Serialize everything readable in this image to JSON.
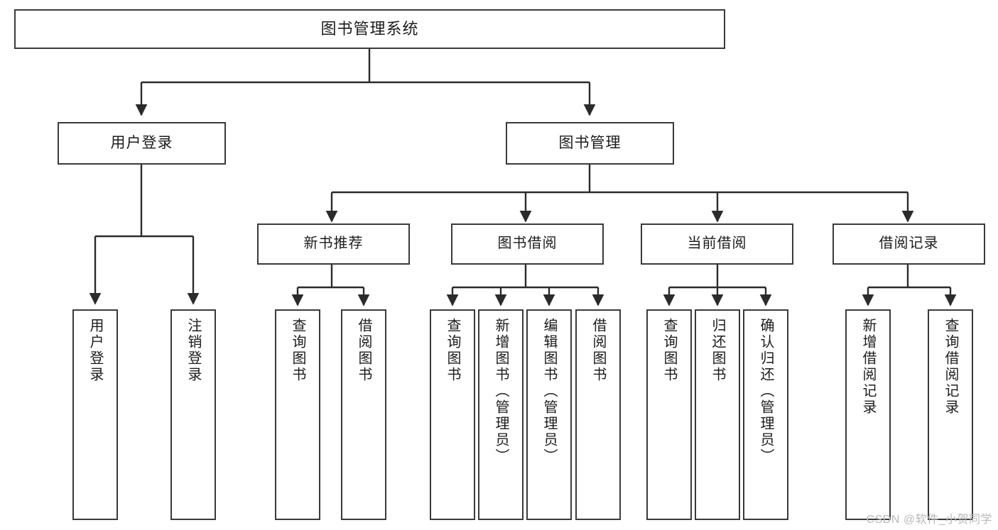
{
  "diagram": {
    "title": "图书管理系统",
    "type": "tree-hierarchy-chart",
    "watermark": "CSDN @软件_小贺同学",
    "colors": {
      "box_border": "#3a3a3a",
      "box_fill": "#ffffff",
      "edge": "#2b2b2b",
      "text": "#1c1c1c",
      "watermark": "#b9b9b9",
      "background": "#ffffff"
    }
  },
  "nodes": {
    "root": {
      "label": "图书管理系统"
    },
    "level2": [
      {
        "label": "用户登录"
      },
      {
        "label": "图书管理"
      }
    ],
    "level3": [
      {
        "label": "新书推荐"
      },
      {
        "label": "图书借阅"
      },
      {
        "label": "当前借阅"
      },
      {
        "label": "借阅记录"
      }
    ],
    "leaves": {
      "user_login": [
        {
          "label": "用户登录"
        },
        {
          "label": "注销登录"
        }
      ],
      "new_book_recommend": [
        {
          "label": "查询图书"
        },
        {
          "label": "借阅图书"
        }
      ],
      "book_borrow": [
        {
          "label": "查询图书"
        },
        {
          "label": "新增图书（管理员）"
        },
        {
          "label": "编辑图书（管理员）"
        },
        {
          "label": "借阅图书"
        }
      ],
      "current_borrow": [
        {
          "label": "查询图书"
        },
        {
          "label": "归还图书"
        },
        {
          "label": "确认归还（管理员）"
        }
      ],
      "borrow_record": [
        {
          "label": "新增借阅记录"
        },
        {
          "label": "查询借阅记录"
        }
      ]
    }
  },
  "chart_data": {
    "type": "table",
    "title": "图书管理系统 功能结构图",
    "hierarchy": [
      {
        "name": "图书管理系统",
        "children": [
          {
            "name": "用户登录",
            "children": [
              {
                "name": "用户登录"
              },
              {
                "name": "注销登录"
              }
            ]
          },
          {
            "name": "图书管理",
            "children": [
              {
                "name": "新书推荐",
                "children": [
                  {
                    "name": "查询图书"
                  },
                  {
                    "name": "借阅图书"
                  }
                ]
              },
              {
                "name": "图书借阅",
                "children": [
                  {
                    "name": "查询图书"
                  },
                  {
                    "name": "新增图书（管理员）"
                  },
                  {
                    "name": "编辑图书（管理员）"
                  },
                  {
                    "name": "借阅图书"
                  }
                ]
              },
              {
                "name": "当前借阅",
                "children": [
                  {
                    "name": "查询图书"
                  },
                  {
                    "name": "归还图书"
                  },
                  {
                    "name": "确认归还（管理员）"
                  }
                ]
              },
              {
                "name": "借阅记录",
                "children": [
                  {
                    "name": "新增借阅记录"
                  },
                  {
                    "name": "查询借阅记录"
                  }
                ]
              }
            ]
          }
        ]
      }
    ]
  }
}
